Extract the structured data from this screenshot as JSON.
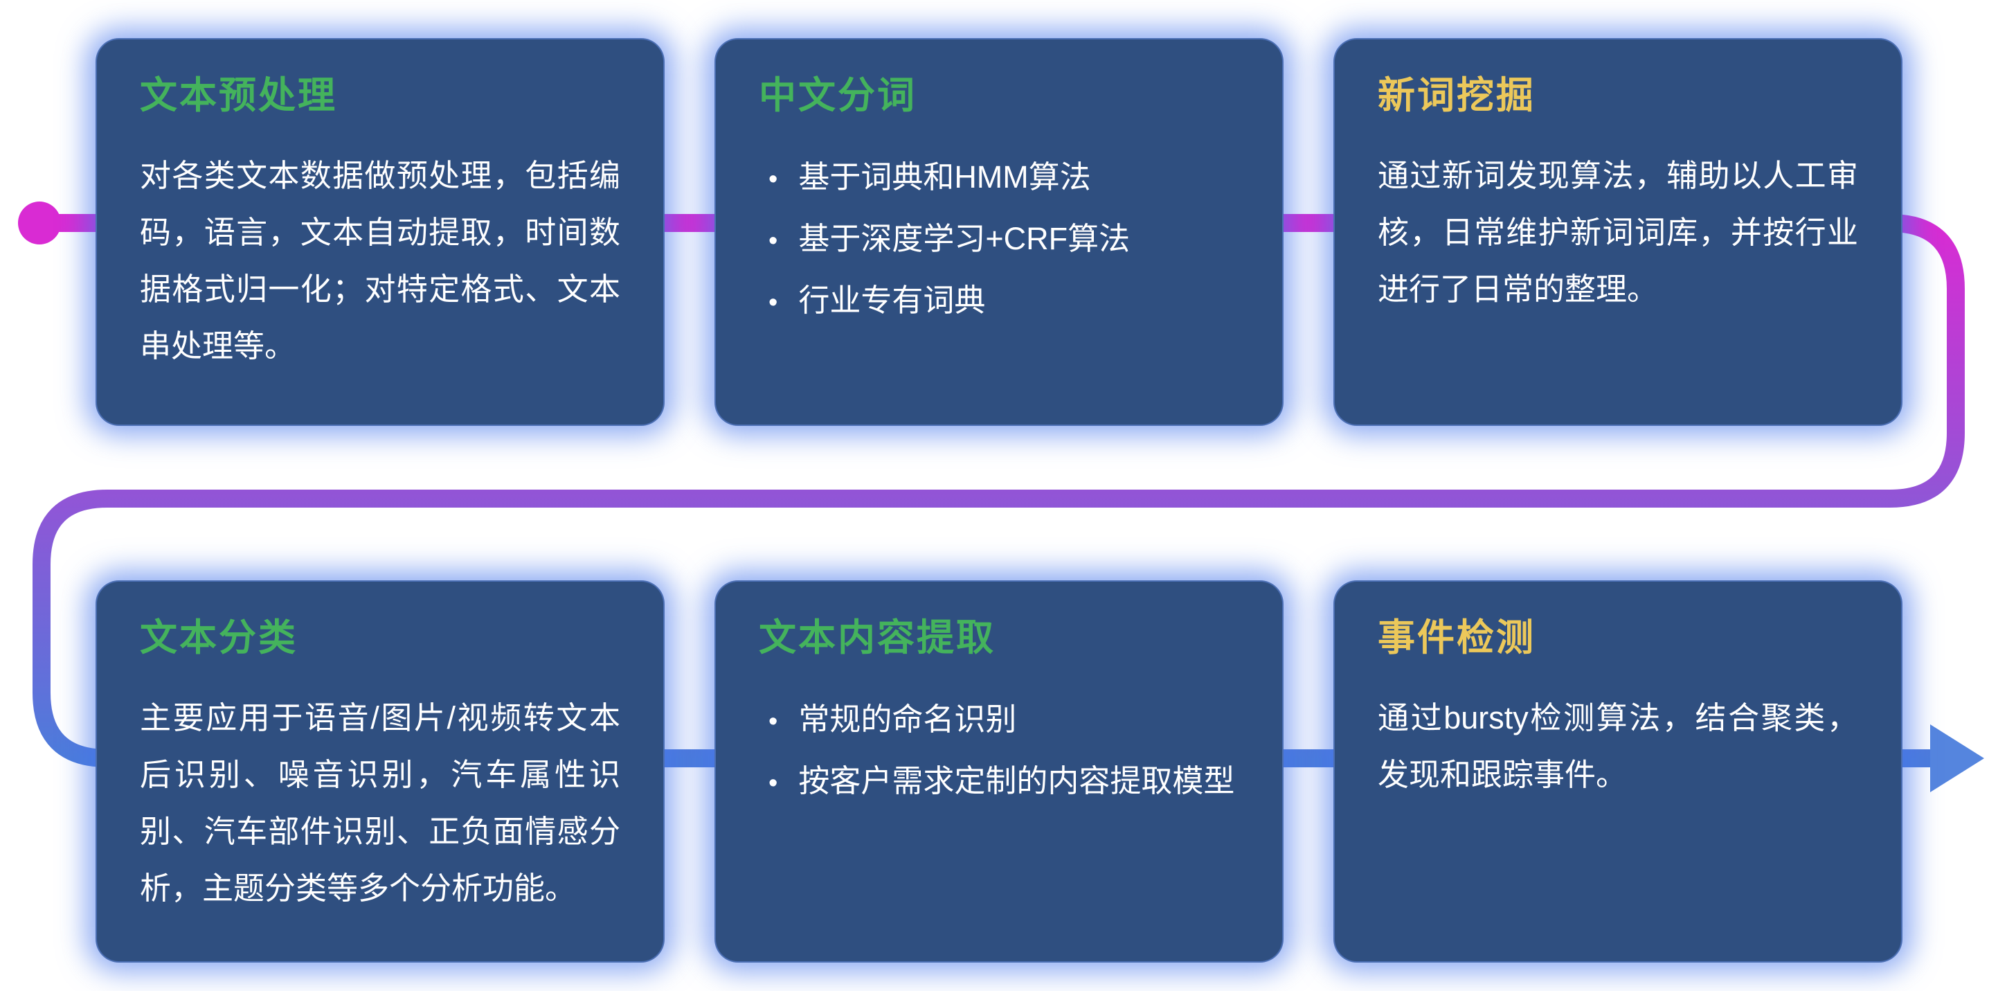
{
  "ui": {
    "bullet_char": "•"
  },
  "palette": {
    "card_background": "#2f4f80",
    "card_glow": "#4474eb",
    "title_green": "#44b35c",
    "title_yellow": "#ecc85a",
    "body_text": "#ffffff",
    "flow_start_magenta": "#d92bd3",
    "flow_mid_purple": "#9a50d6",
    "flow_end_blue": "#4c7cdb"
  },
  "cards": [
    {
      "title": "文本预处理",
      "title_color": "#44b35c",
      "body": "对各类文本数据做预处理，包括编码，语言，文本自动提取，时间数据格式归一化；对特定格式、文本串处理等。"
    },
    {
      "title": "中文分词",
      "title_color": "#44b35c",
      "bullets": [
        "基于词典和HMM算法",
        "基于深度学习+CRF算法",
        "行业专有词典"
      ]
    },
    {
      "title": "新词挖掘",
      "title_color": "#ecc85a",
      "body": "通过新词发现算法，辅助以人工审核，日常维护新词词库，并按行业进行了日常的整理。"
    },
    {
      "title": "文本分类",
      "title_color": "#44b35c",
      "body": "主要应用于语音/图片/视频转文本后识别、噪音识别，汽车属性识别、汽车部件识别、正负面情感分析，主题分类等多个分析功能。"
    },
    {
      "title": "文本内容提取",
      "title_color": "#44b35c",
      "bullets": [
        "常规的命名识别",
        "按客户需求定制的内容提取模型"
      ]
    },
    {
      "title": "事件检测",
      "title_color": "#ecc85a",
      "body": "通过bursty检测算法，结合聚类，发现和跟踪事件。"
    }
  ]
}
